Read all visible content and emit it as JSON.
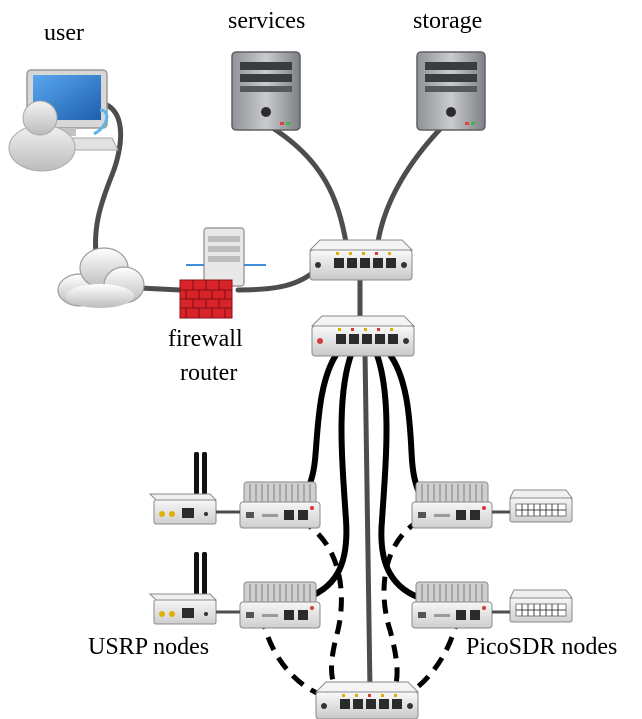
{
  "labels": {
    "user": "user",
    "services": "services",
    "storage": "storage",
    "firewall": "firewall",
    "router": "router",
    "usrp_nodes": "USRP nodes",
    "picosdr_nodes": "PicoSDR nodes"
  },
  "icons": {
    "user_workstation": "user-computer-icon",
    "services_server": "server-tower-icon",
    "storage_server": "server-tower-icon",
    "internet": "cloud-icon",
    "firewall": "firewall-brick-icon",
    "router": "router-server-icon",
    "core_switch": "network-switch-icon",
    "aggregation_switch": "network-switch-icon",
    "bottom_switch": "network-switch-icon",
    "compute_node": "embedded-pc-icon",
    "usrp": "usrp-radio-icon",
    "picosdr": "picosdr-box-icon"
  },
  "colors": {
    "cable_grey": "#4a4a4a",
    "cable_black": "#000000",
    "firewall_red": "#d8232a",
    "monitor_blue": "#2f7fd1",
    "device_silver": "#e6e6e6"
  }
}
